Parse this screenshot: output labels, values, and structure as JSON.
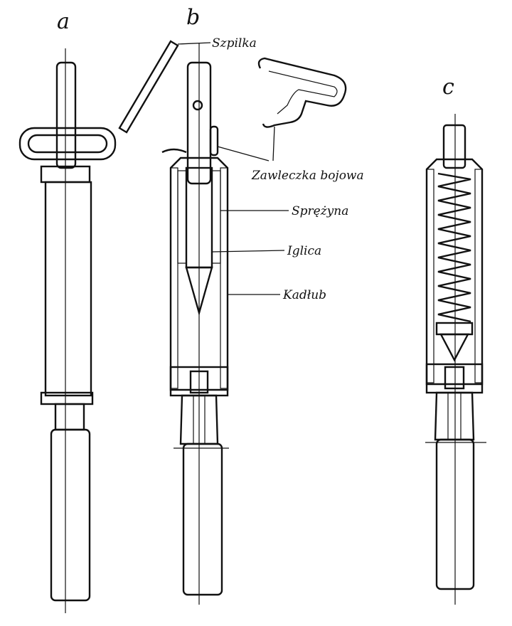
{
  "figure": {
    "panel_labels": {
      "a": "a",
      "b": "b",
      "c": "c"
    },
    "callouts": {
      "pin": "Szpilka",
      "safety_pin": "Zawleczka bojowa",
      "spring": "Sprężyna",
      "firing_pin": "Iglica",
      "body": "Kadłub"
    }
  }
}
